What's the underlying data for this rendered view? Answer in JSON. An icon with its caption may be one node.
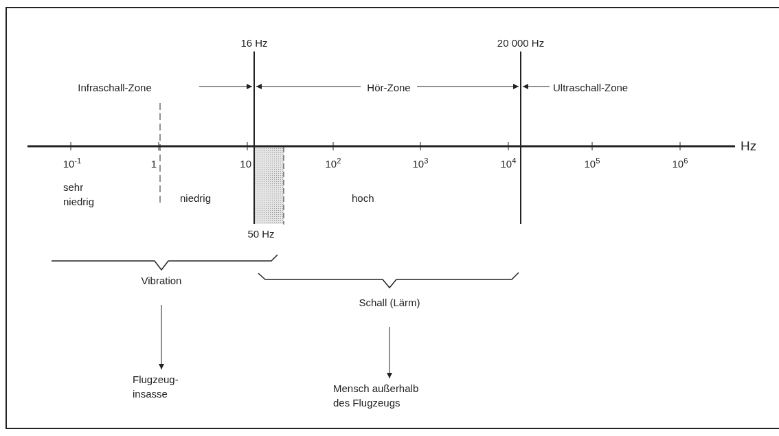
{
  "diagram": {
    "nodes": [
      {
        "text": [
          "Vibration"
        ]
      },
      {
        "text": [
          "Flugzeug- insasse"
        ]
      },
      {
        "text": [
          "Schall (Lärm)"
        ]
      },
      {
        "text": [
          "Mensch außerhalb des Flugzeugs"
        ]
      }
    ],
    "edges": [
      {
        "from": 0,
        "to": 1,
        "arrow": "to"
      },
      {
        "from": 2,
        "to": 3,
        "arrow": "to"
      }
    ],
    "labels": [
      "16 Hz",
      "20 000 Hz",
      "Infraschall-Zone",
      "Hör-Zone",
      "Ultraschall-Zone",
      "Hz",
      "10$^{-1}$",
      "1",
      "10",
      "10$^{2}$",
      "10$^{3}$",
      "10$^{4}$",
      "10$^{5}$",
      "10$^{6}$",
      "sehr niedrig",
      "niedrig",
      "hoch",
      "50 Hz"
    ]
  }
}
